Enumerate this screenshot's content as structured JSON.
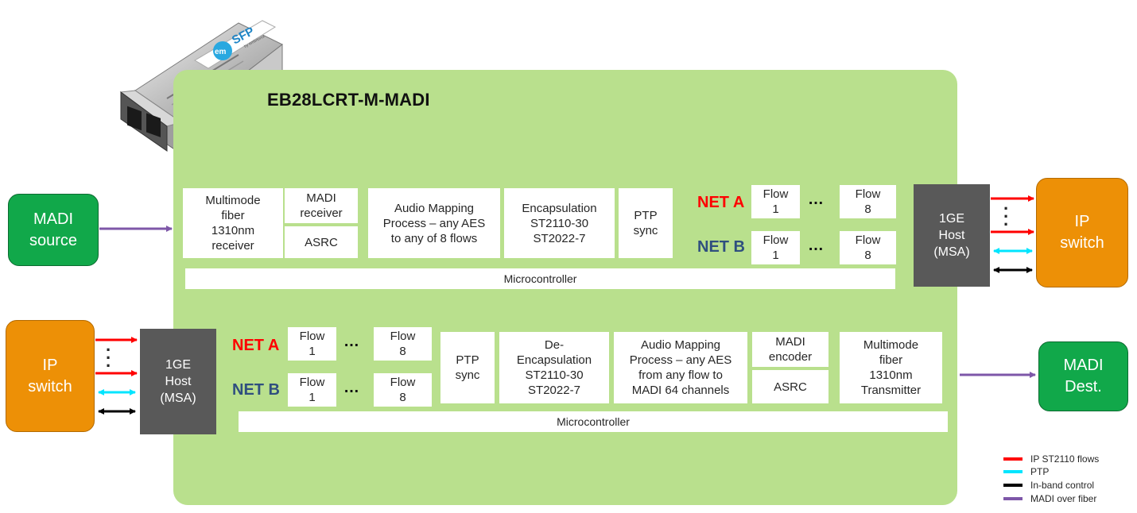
{
  "title": "EB28LCRT-M-MADI",
  "sfp_brand": {
    "em": "em",
    "sfp": "SFP",
    "by": "by embrionix"
  },
  "madi_source": "MADI\nsource",
  "madi_dest": "MADI\nDest.",
  "ip_switch": "IP\nswitch",
  "host": "1GE\nHost\n(MSA)",
  "microcontroller": "Microcontroller",
  "net_a": "NET A",
  "net_b": "NET B",
  "ellipsis": "…",
  "flow1": "Flow\n1",
  "flow8": "Flow\n8",
  "top_row": {
    "fiber_rx": "Multimode\nfiber\n1310nm\nreceiver",
    "madi_rx": "MADI\nreceiver",
    "asrc": "ASRC",
    "audio_map": "Audio Mapping\nProcess – any AES\nto any of 8 flows",
    "encap": "Encapsulation\nST2110-30\nST2022-7",
    "ptp": "PTP\nsync"
  },
  "bottom_row": {
    "ptp": "PTP\nsync",
    "decap": "De-\nEncapsulation\nST2110-30\nST2022-7",
    "audio_map": "Audio Mapping\nProcess – any AES\nfrom any flow to\nMADI 64 channels",
    "madi_enc": "MADI\nencoder",
    "asrc": "ASRC",
    "fiber_tx": "Multimode\nfiber\n1310nm\nTransmitter"
  },
  "colors": {
    "ip_flow": "#ff0000",
    "ptp": "#00e5ff",
    "control": "#000000",
    "madi_fiber": "#7e57a8",
    "net_a": "#ff0000",
    "net_b": "#2f4f7f"
  },
  "legend": [
    {
      "label": "IP ST2110 flows",
      "color": "#ff0000"
    },
    {
      "label": "PTP",
      "color": "#00e5ff"
    },
    {
      "label": "In-band control",
      "color": "#000000"
    },
    {
      "label": "MADI over fiber",
      "color": "#7e57a8"
    }
  ]
}
